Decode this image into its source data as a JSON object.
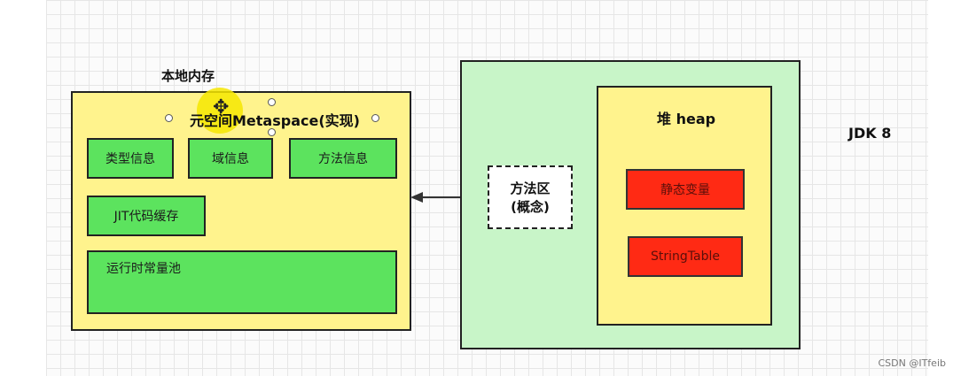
{
  "native_memory": {
    "label": "本地内存",
    "metaspace_title": "元空间Metaspace(实现)",
    "items": [
      "类型信息",
      "域信息",
      "方法信息",
      "JIT代码缓存",
      "运行时常量池"
    ]
  },
  "jvm": {
    "method_area": {
      "line1": "方法区",
      "line2": "(概念)"
    },
    "heap": {
      "title": "堆 heap",
      "items": [
        "静态变量",
        "StringTable"
      ]
    }
  },
  "version_label": "JDK 8",
  "watermark": "CSDN @ITfeib",
  "colors": {
    "native_fill": "#fff38d",
    "jvm_fill": "#c8f5c8",
    "heap_fill": "#fff38d",
    "green_item": "#5ce35e",
    "red_item": "#ff2a14",
    "cursor_highlight": "#f6e600"
  },
  "icons": {
    "cursor": "move-cursor-icon",
    "arrow": "left-arrow-icon"
  }
}
